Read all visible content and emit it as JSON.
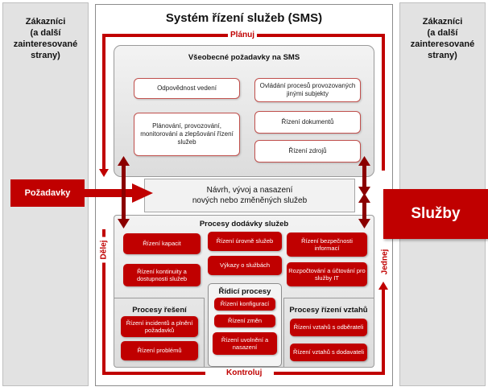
{
  "customers_left": "Zákazníci\n(a další\nzainteresované\nstrany)",
  "customers_right": "Zákazníci\n(a další\nzainteresované\nstrany)",
  "title": "Systém řízení služeb (SMS)",
  "cycle": {
    "plan": "Plánuj",
    "do": "Dělej",
    "check": "Kontroluj",
    "act": "Jednej"
  },
  "general": {
    "title": "Všeobecné požadavky na SMS",
    "items": [
      "Odpovědnost vedení",
      "Ovládání procesů provozovaných jinými subjekty",
      "Plánování, provozování, monitorování a zlepšování řízení služeb",
      "Řízení dokumentů",
      "Řízení zdrojů"
    ]
  },
  "requirements": "Požadavky",
  "design": "Návrh, vývoj a nasazení\nnových nebo změněných služeb",
  "services": "Služby",
  "delivery": {
    "title": "Procesy dodávky služeb",
    "items": [
      "Řízení kapacit",
      "Řízení úrovně služeb",
      "Řízení bezpečnosti informací",
      "Řízení kontinuity a dostupnosti služeb",
      "Výkazy o službách",
      "Rozpočtování a účtování pro služby IT"
    ]
  },
  "control": {
    "title": "Řídicí procesy",
    "items": [
      "Řízení konfigurací",
      "Řízení změn",
      "Řízení uvolnění a nasazení"
    ]
  },
  "resolution": {
    "title": "Procesy řešení",
    "items": [
      "Řízení incidentů a plnění požadavků",
      "Řízení problémů"
    ]
  },
  "relationship": {
    "title": "Procesy řízení vztahů",
    "items": [
      "Řízení vztahů s odběrateli",
      "Řízení vztahů s dodavateli"
    ]
  },
  "colors": {
    "accent": "#c00000",
    "side": "#e2e2e2"
  }
}
